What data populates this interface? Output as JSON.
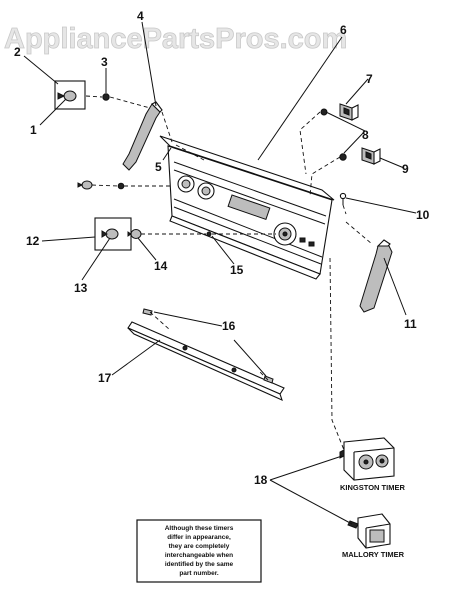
{
  "watermark": "AppliancePartsPros.com",
  "callouts": [
    {
      "id": "1",
      "text": "1"
    },
    {
      "id": "2",
      "text": "2"
    },
    {
      "id": "3",
      "text": "3"
    },
    {
      "id": "4",
      "text": "4"
    },
    {
      "id": "5",
      "text": "5"
    },
    {
      "id": "6",
      "text": "6"
    },
    {
      "id": "7",
      "text": "7"
    },
    {
      "id": "8",
      "text": "8"
    },
    {
      "id": "9",
      "text": "9"
    },
    {
      "id": "10",
      "text": "10"
    },
    {
      "id": "11",
      "text": "11"
    },
    {
      "id": "12",
      "text": "12"
    },
    {
      "id": "13",
      "text": "13"
    },
    {
      "id": "14",
      "text": "14"
    },
    {
      "id": "15",
      "text": "15"
    },
    {
      "id": "16",
      "text": "16"
    },
    {
      "id": "17",
      "text": "17"
    },
    {
      "id": "18",
      "text": "18"
    }
  ],
  "timers": {
    "kingston": "KINGSTON TIMER",
    "mallory": "MALLORY TIMER"
  },
  "note": {
    "lines": [
      "Although these timers",
      "differ in appearance,",
      "they are completely",
      "interchangeable when",
      "identified by the same",
      "part number."
    ]
  }
}
